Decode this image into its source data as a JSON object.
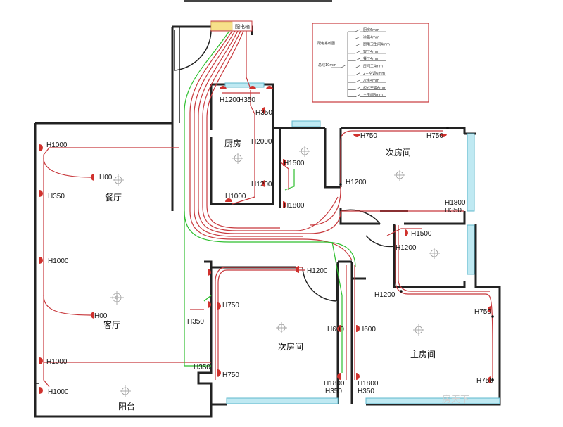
{
  "header": {
    "distribution_box": "配电箱"
  },
  "rooms": {
    "kitchen": "厨房",
    "second_bedroom_top": "次房间",
    "dining": "餐厅",
    "living": "客厅",
    "second_bedroom_bottom": "次房间",
    "master_bedroom": "主房间",
    "balcony": "阳台"
  },
  "heights": {
    "h1000_a": "H1000",
    "h350_a": "H350",
    "h1000_b": "H1000",
    "h1000_c": "H1000",
    "h1000_d": "H1000",
    "h00_a": "H00",
    "h00_b": "H00",
    "h1200_k": "H1200",
    "h350_k": "H350",
    "h350_k2": "H350",
    "h2000_k": "H2000",
    "h1200_k2": "H1200",
    "h1000_k": "H1000",
    "h1500_h": "H1500",
    "h1800_h": "H1800",
    "h750_b1": "H750",
    "h750_b2": "H750",
    "h1200_b": "H1200",
    "h1800_b": "H1800",
    "h350_b": "H350",
    "h1500_s": "H1500",
    "h1200_s": "H1200",
    "h1200_s2": "H1200",
    "h1200_door": "H1200",
    "h350_l": "H350",
    "h750_l1": "H750",
    "h350_l2": "H350",
    "h750_l2": "H750",
    "h600_a": "H600",
    "h600_b": "H600",
    "h1800_c1": "H1800",
    "h350_c1": "H350",
    "h1800_c2": "H1800",
    "h350_c2": "H350",
    "h750_m1": "H750",
    "h750_m2": "H750"
  },
  "legend": {
    "title": "配电系统图",
    "main_switch": "总线10mm",
    "circuits": [
      "厨房6mm",
      "冰箱4mm",
      "厨用卫生间4mm",
      "客厅4mm",
      "餐厅4mm",
      "房间二4mm",
      "2主空调6mm",
      "次房4mm",
      "柜式空调6mm",
      "主房间6mm"
    ]
  },
  "watermark": "房天下"
}
